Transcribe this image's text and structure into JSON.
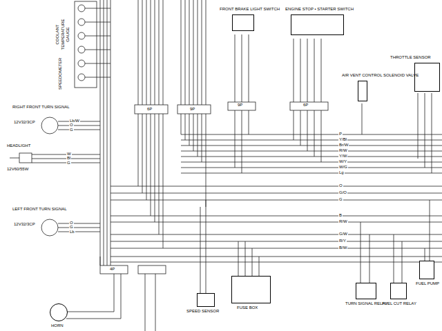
{
  "diagram": {
    "nodes": [
      {
        "text": [
          "COOLANT TEMPERATURE GAUGE"
        ]
      },
      {
        "text": [
          "SPEEDOMETER"
        ]
      },
      {
        "text": [
          "FRONT BRAKE LIGHT SWITCH"
        ]
      },
      {
        "text": [
          "ENGINE STOP • STARTER SWITCH"
        ]
      },
      {
        "text": [
          "THROTTLE SENSOR"
        ]
      },
      {
        "text": [
          "AIR VENT CONTROL SOLENOID VALVE"
        ]
      },
      {
        "text": [
          "RIGHT FRONT TURN SIGNAL",
          "12V32/3CP"
        ]
      },
      {
        "text": [
          "HEADLIGHT",
          "12V60/55W"
        ]
      },
      {
        "text": [
          "LEFT FRONT TURN SIGNAL",
          "12V32/3CP"
        ]
      },
      {
        "text": [
          "FUSE BOX"
        ]
      },
      {
        "text": [
          "TURN SIGNAL RELAY"
        ]
      },
      {
        "text": [
          "FUEL CUT RELAY"
        ]
      },
      {
        "text": [
          "FUEL PUMP"
        ]
      },
      {
        "text": [
          "SPEED SENSOR"
        ]
      },
      {
        "text": [
          "HORN"
        ]
      }
    ],
    "labels": [
      "6P",
      "9P",
      "9P",
      "6P",
      "4P",
      "Lb/W",
      "O",
      "G",
      "W",
      "Bl",
      "G",
      "O",
      "G",
      "Lb",
      "P",
      "Y/Bl",
      "Br/W",
      "R/W",
      "Y/W",
      "W/Y",
      "W/G",
      "Lg",
      "O",
      "G/O",
      "G",
      "B",
      "R/W",
      "G/W",
      "R/Y",
      "B/W"
    ]
  }
}
